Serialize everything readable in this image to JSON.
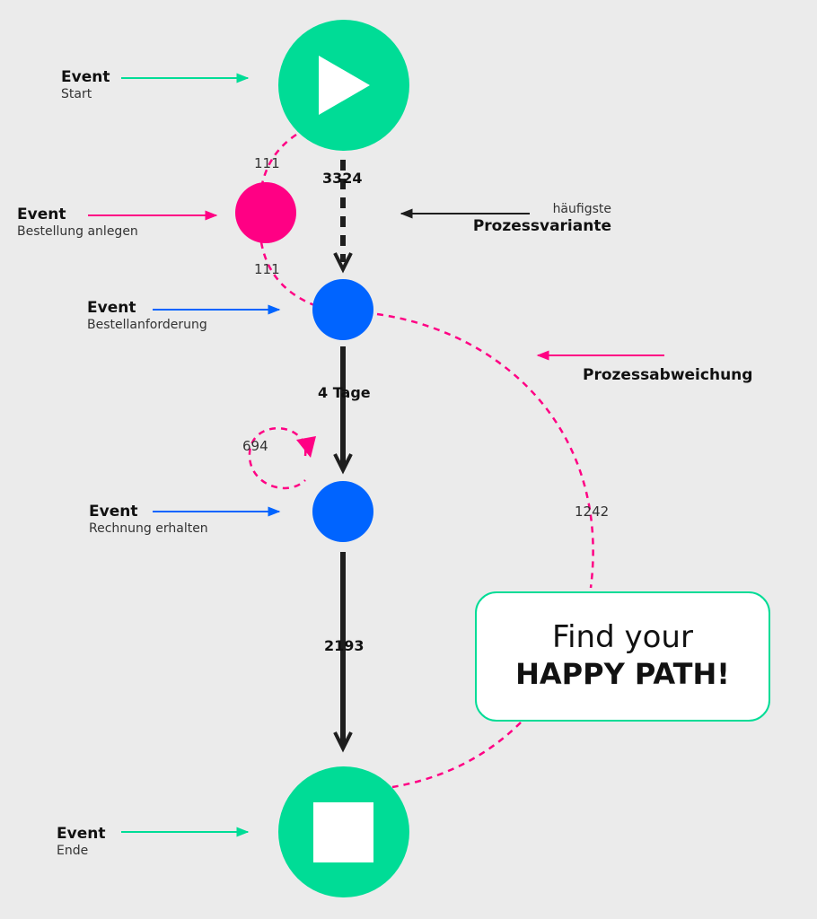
{
  "colors": {
    "start_end": "#00dc96",
    "deviation": "#ff0084",
    "event": "#0064ff",
    "main_path": "#1e1e1e"
  },
  "events": {
    "start": {
      "title": "Event",
      "sub": "Start",
      "icon": "play-icon"
    },
    "order": {
      "title": "Event",
      "sub": "Bestellung anlegen"
    },
    "request": {
      "title": "Event",
      "sub": "Bestellanforderung"
    },
    "invoice": {
      "title": "Event",
      "sub": "Rechnung erhalten"
    },
    "end": {
      "title": "Event",
      "sub": "Ende",
      "icon": "stop-icon"
    }
  },
  "annotations": {
    "variant_top": "häufigste",
    "variant_bold": "Prozessvariante",
    "deviation": "Prozessabweichung"
  },
  "edges": {
    "start_to_request": "3324",
    "request_to_invoice": "4 Tage",
    "invoice_to_end": "2193",
    "start_to_order": "111",
    "order_to_request": "111",
    "invoice_loop": "694",
    "request_to_end": "1242"
  },
  "callout": {
    "line1": "Find your",
    "line2": "HAPPY PATH!"
  }
}
